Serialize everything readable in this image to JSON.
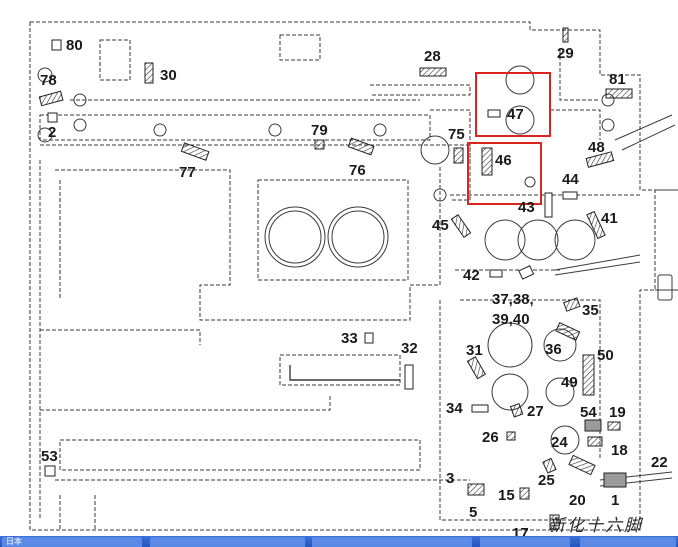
{
  "diagram": {
    "labels": [
      {
        "id": "80",
        "text": "80"
      },
      {
        "id": "30",
        "text": "30"
      },
      {
        "id": "28",
        "text": "28"
      },
      {
        "id": "29",
        "text": "29"
      },
      {
        "id": "78",
        "text": "78"
      },
      {
        "id": "81",
        "text": "81"
      },
      {
        "id": "47",
        "text": "47"
      },
      {
        "id": "2",
        "text": "2"
      },
      {
        "id": "79",
        "text": "79"
      },
      {
        "id": "75",
        "text": "75"
      },
      {
        "id": "46",
        "text": "46"
      },
      {
        "id": "48",
        "text": "48"
      },
      {
        "id": "77",
        "text": "77"
      },
      {
        "id": "76",
        "text": "76"
      },
      {
        "id": "44",
        "text": "44"
      },
      {
        "id": "43",
        "text": "43"
      },
      {
        "id": "45",
        "text": "45"
      },
      {
        "id": "41",
        "text": "41"
      },
      {
        "id": "42",
        "text": "42"
      },
      {
        "id": "37-40",
        "text": "37,38,\n39,40"
      },
      {
        "id": "35",
        "text": "35"
      },
      {
        "id": "33",
        "text": "33"
      },
      {
        "id": "32",
        "text": "32"
      },
      {
        "id": "31",
        "text": "31"
      },
      {
        "id": "36",
        "text": "36"
      },
      {
        "id": "50",
        "text": "50"
      },
      {
        "id": "49",
        "text": "49"
      },
      {
        "id": "34",
        "text": "34"
      },
      {
        "id": "27",
        "text": "27"
      },
      {
        "id": "54",
        "text": "54"
      },
      {
        "id": "19",
        "text": "19"
      },
      {
        "id": "26",
        "text": "26"
      },
      {
        "id": "24",
        "text": "24"
      },
      {
        "id": "18",
        "text": "18"
      },
      {
        "id": "53",
        "text": "53"
      },
      {
        "id": "22",
        "text": "22"
      },
      {
        "id": "3",
        "text": "3"
      },
      {
        "id": "25",
        "text": "25"
      },
      {
        "id": "15",
        "text": "15"
      },
      {
        "id": "20",
        "text": "20"
      },
      {
        "id": "1",
        "text": "1"
      },
      {
        "id": "5",
        "text": "5"
      },
      {
        "id": "17",
        "text": "17"
      }
    ],
    "highlight_color": "#d9251d",
    "line_color": "#3a3a3a"
  },
  "taskbar": {
    "buttons": [
      "日本",
      "",
      "",
      "",
      ""
    ]
  },
  "watermark": "新化十六脚"
}
